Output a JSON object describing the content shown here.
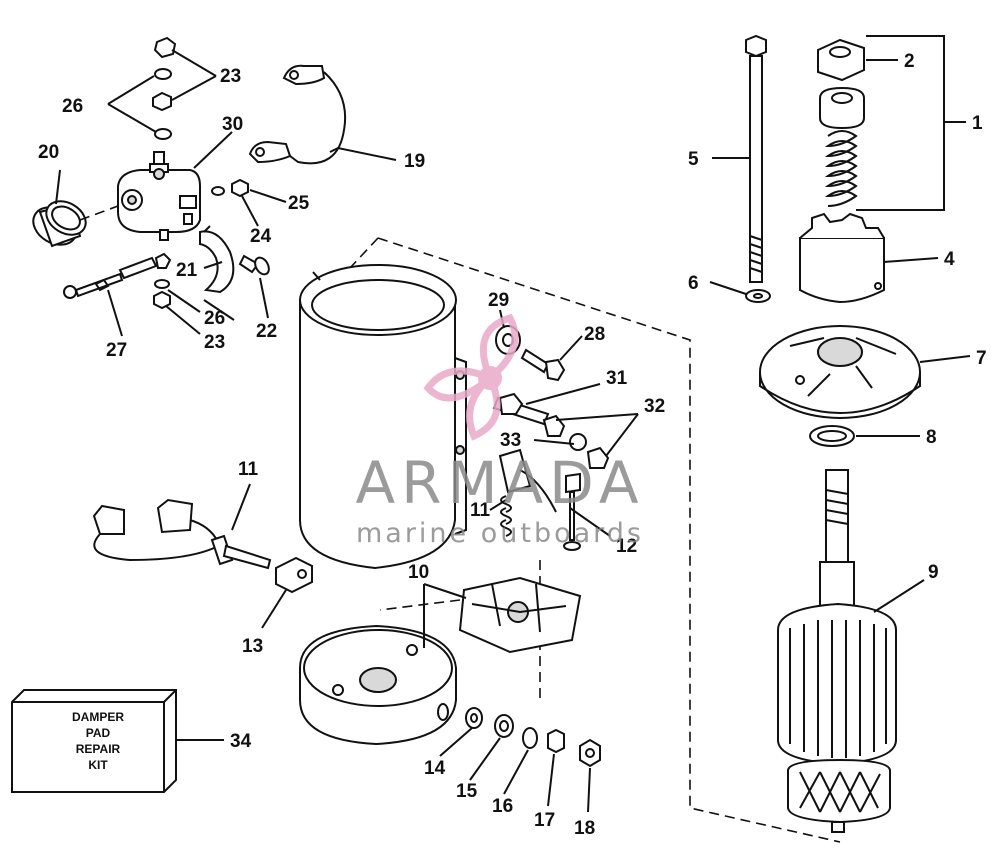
{
  "watermark": {
    "brand": "ARMADA",
    "tagline": "marine outboards",
    "logo_color": "#e9a9c8",
    "text_color": "#8a8a8a"
  },
  "kit_box": {
    "lines": [
      "DAMPER",
      "PAD",
      "REPAIR",
      "KIT"
    ]
  },
  "callouts": {
    "c1": "1",
    "c2": "2",
    "c4": "4",
    "c5": "5",
    "c6": "6",
    "c7": "7",
    "c8": "8",
    "c9": "9",
    "c10": "10",
    "c11a": "11",
    "c11b": "11",
    "c12": "12",
    "c13": "13",
    "c14": "14",
    "c15": "15",
    "c16": "16",
    "c17": "17",
    "c18": "18",
    "c19": "19",
    "c20": "20",
    "c21": "21",
    "c22": "22",
    "c23a": "23",
    "c23b": "23",
    "c24": "24",
    "c25": "25",
    "c26a": "26",
    "c26b": "26",
    "c27": "27",
    "c28": "28",
    "c29": "29",
    "c30": "30",
    "c31": "31",
    "c32": "32",
    "c33": "33",
    "c34": "34"
  }
}
